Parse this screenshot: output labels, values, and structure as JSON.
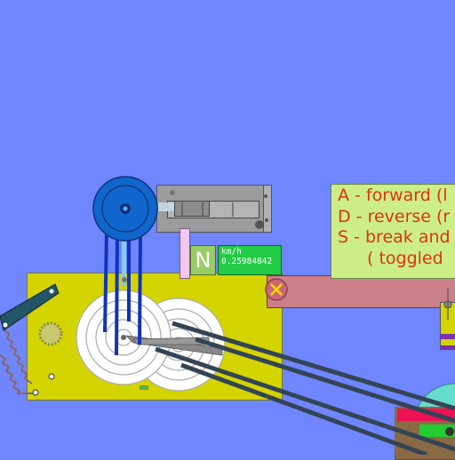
{
  "gear": {
    "label": "N"
  },
  "speedometer": {
    "unit": "km/h",
    "value": "0.25984842"
  },
  "controls_help": {
    "lines": [
      "A - forward (l",
      "D - reverse (r",
      "S - break and",
      "( toggled"
    ]
  },
  "colors": {
    "background": "#6f86ff",
    "chassis": "#d4d400",
    "help_text": "#dd3311",
    "help_panel": "#ccee88",
    "speed_panel": "#22cc44",
    "wheel_blue": "#1166cc"
  }
}
